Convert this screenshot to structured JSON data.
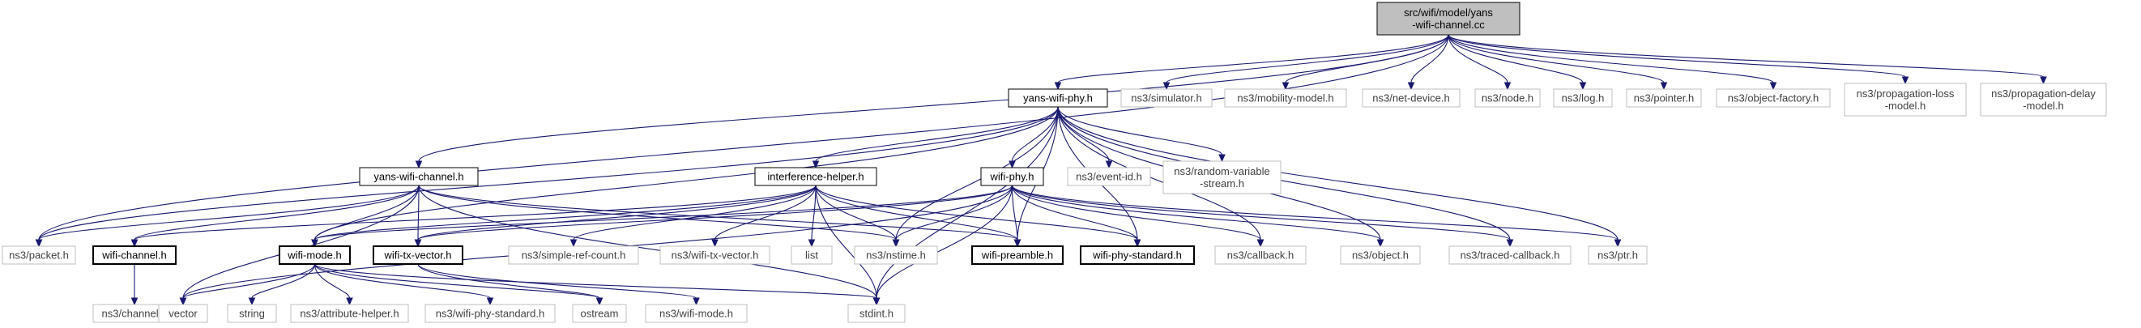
{
  "graph": {
    "nodes": [
      {
        "id": "root",
        "lines": [
          "src/wifi/model/yans",
          "-wifi-channel.cc"
        ],
        "style": "root"
      },
      {
        "id": "yans_wifi_phy",
        "lines": [
          "yans-wifi-phy.h"
        ],
        "style": "local"
      },
      {
        "id": "simulator",
        "lines": [
          "ns3/simulator.h"
        ],
        "style": "external"
      },
      {
        "id": "mobility_model",
        "lines": [
          "ns3/mobility-model.h"
        ],
        "style": "external"
      },
      {
        "id": "net_device",
        "lines": [
          "ns3/net-device.h"
        ],
        "style": "external"
      },
      {
        "id": "node",
        "lines": [
          "ns3/node.h"
        ],
        "style": "external"
      },
      {
        "id": "log",
        "lines": [
          "ns3/log.h"
        ],
        "style": "external"
      },
      {
        "id": "pointer",
        "lines": [
          "ns3/pointer.h"
        ],
        "style": "external"
      },
      {
        "id": "object_factory",
        "lines": [
          "ns3/object-factory.h"
        ],
        "style": "external"
      },
      {
        "id": "propagation_loss",
        "lines": [
          "ns3/propagation-loss",
          "-model.h"
        ],
        "style": "external"
      },
      {
        "id": "propagation_delay",
        "lines": [
          "ns3/propagation-delay",
          "-model.h"
        ],
        "style": "external"
      },
      {
        "id": "yans_wifi_channel",
        "lines": [
          "yans-wifi-channel.h"
        ],
        "style": "local"
      },
      {
        "id": "interference_helper",
        "lines": [
          "interference-helper.h"
        ],
        "style": "local"
      },
      {
        "id": "wifi_phy",
        "lines": [
          "wifi-phy.h"
        ],
        "style": "local"
      },
      {
        "id": "event_id",
        "lines": [
          "ns3/event-id.h"
        ],
        "style": "external"
      },
      {
        "id": "random_variable",
        "lines": [
          "ns3/random-variable",
          "-stream.h"
        ],
        "style": "external"
      },
      {
        "id": "packet",
        "lines": [
          "ns3/packet.h"
        ],
        "style": "external"
      },
      {
        "id": "wifi_channel",
        "lines": [
          "wifi-channel.h"
        ],
        "style": "local"
      },
      {
        "id": "wifi_mode",
        "lines": [
          "wifi-mode.h"
        ],
        "style": "local"
      },
      {
        "id": "wifi_tx_vector",
        "lines": [
          "wifi-tx-vector.h"
        ],
        "style": "local"
      },
      {
        "id": "simple_ref_count",
        "lines": [
          "ns3/simple-ref-count.h"
        ],
        "style": "external"
      },
      {
        "id": "ns3_wifi_tx_vector",
        "lines": [
          "ns3/wifi-tx-vector.h"
        ],
        "style": "external"
      },
      {
        "id": "list",
        "lines": [
          "list"
        ],
        "style": "external"
      },
      {
        "id": "nstime",
        "lines": [
          "ns3/nstime.h"
        ],
        "style": "external"
      },
      {
        "id": "wifi_preamble",
        "lines": [
          "wifi-preamble.h"
        ],
        "style": "local"
      },
      {
        "id": "wifi_phy_standard",
        "lines": [
          "wifi-phy-standard.h"
        ],
        "style": "local"
      },
      {
        "id": "callback",
        "lines": [
          "ns3/callback.h"
        ],
        "style": "external"
      },
      {
        "id": "object",
        "lines": [
          "ns3/object.h"
        ],
        "style": "external"
      },
      {
        "id": "traced_callback",
        "lines": [
          "ns3/traced-callback.h"
        ],
        "style": "external"
      },
      {
        "id": "ptr",
        "lines": [
          "ns3/ptr.h"
        ],
        "style": "external"
      },
      {
        "id": "channel",
        "lines": [
          "ns3/channel.h"
        ],
        "style": "external"
      },
      {
        "id": "vector",
        "lines": [
          "vector"
        ],
        "style": "external"
      },
      {
        "id": "string",
        "lines": [
          "string"
        ],
        "style": "external"
      },
      {
        "id": "attribute_helper",
        "lines": [
          "ns3/attribute-helper.h"
        ],
        "style": "external"
      },
      {
        "id": "ns3_wifi_phy_standard",
        "lines": [
          "ns3/wifi-phy-standard.h"
        ],
        "style": "external"
      },
      {
        "id": "ostream",
        "lines": [
          "ostream"
        ],
        "style": "external"
      },
      {
        "id": "ns3_wifi_mode",
        "lines": [
          "ns3/wifi-mode.h"
        ],
        "style": "external"
      },
      {
        "id": "stdint",
        "lines": [
          "stdint.h"
        ],
        "style": "external"
      }
    ],
    "edges": [
      {
        "from": "root",
        "to": "yans_wifi_phy"
      },
      {
        "from": "root",
        "to": "simulator"
      },
      {
        "from": "root",
        "to": "mobility_model"
      },
      {
        "from": "root",
        "to": "net_device"
      },
      {
        "from": "root",
        "to": "node"
      },
      {
        "from": "root",
        "to": "log"
      },
      {
        "from": "root",
        "to": "pointer"
      },
      {
        "from": "root",
        "to": "object_factory"
      },
      {
        "from": "root",
        "to": "propagation_loss"
      },
      {
        "from": "root",
        "to": "propagation_delay"
      },
      {
        "from": "root",
        "to": "yans_wifi_channel"
      },
      {
        "from": "root",
        "to": "packet"
      },
      {
        "from": "yans_wifi_phy",
        "to": "interference_helper"
      },
      {
        "from": "yans_wifi_phy",
        "to": "wifi_phy"
      },
      {
        "from": "yans_wifi_phy",
        "to": "event_id"
      },
      {
        "from": "yans_wifi_phy",
        "to": "random_variable"
      },
      {
        "from": "yans_wifi_phy",
        "to": "packet"
      },
      {
        "from": "yans_wifi_phy",
        "to": "wifi_mode"
      },
      {
        "from": "yans_wifi_phy",
        "to": "nstime"
      },
      {
        "from": "yans_wifi_phy",
        "to": "wifi_preamble"
      },
      {
        "from": "yans_wifi_phy",
        "to": "wifi_phy_standard"
      },
      {
        "from": "yans_wifi_phy",
        "to": "callback"
      },
      {
        "from": "yans_wifi_phy",
        "to": "object"
      },
      {
        "from": "yans_wifi_phy",
        "to": "traced_callback"
      },
      {
        "from": "yans_wifi_phy",
        "to": "ptr"
      },
      {
        "from": "yans_wifi_phy",
        "to": "stdint"
      },
      {
        "from": "yans_wifi_channel",
        "to": "packet"
      },
      {
        "from": "yans_wifi_channel",
        "to": "wifi_channel"
      },
      {
        "from": "yans_wifi_channel",
        "to": "wifi_mode"
      },
      {
        "from": "yans_wifi_channel",
        "to": "wifi_tx_vector"
      },
      {
        "from": "yans_wifi_channel",
        "to": "vector"
      },
      {
        "from": "yans_wifi_channel",
        "to": "nstime"
      },
      {
        "from": "yans_wifi_channel",
        "to": "wifi_preamble"
      },
      {
        "from": "yans_wifi_channel",
        "to": "stdint"
      },
      {
        "from": "interference_helper",
        "to": "wifi_channel"
      },
      {
        "from": "interference_helper",
        "to": "wifi_mode"
      },
      {
        "from": "interference_helper",
        "to": "wifi_tx_vector"
      },
      {
        "from": "interference_helper",
        "to": "simple_ref_count"
      },
      {
        "from": "interference_helper",
        "to": "ns3_wifi_tx_vector"
      },
      {
        "from": "interference_helper",
        "to": "list"
      },
      {
        "from": "interference_helper",
        "to": "nstime"
      },
      {
        "from": "interference_helper",
        "to": "wifi_preamble"
      },
      {
        "from": "interference_helper",
        "to": "wifi_phy_standard"
      },
      {
        "from": "interference_helper",
        "to": "stdint"
      },
      {
        "from": "wifi_phy",
        "to": "vector"
      },
      {
        "from": "wifi_phy",
        "to": "wifi_mode"
      },
      {
        "from": "wifi_phy",
        "to": "wifi_tx_vector"
      },
      {
        "from": "wifi_phy",
        "to": "nstime"
      },
      {
        "from": "wifi_phy",
        "to": "wifi_preamble"
      },
      {
        "from": "wifi_phy",
        "to": "wifi_phy_standard"
      },
      {
        "from": "wifi_phy",
        "to": "callback"
      },
      {
        "from": "wifi_phy",
        "to": "object"
      },
      {
        "from": "wifi_phy",
        "to": "traced_callback"
      },
      {
        "from": "wifi_phy",
        "to": "ptr"
      },
      {
        "from": "wifi_phy",
        "to": "stdint"
      },
      {
        "from": "wifi_channel",
        "to": "channel"
      },
      {
        "from": "wifi_mode",
        "to": "vector"
      },
      {
        "from": "wifi_mode",
        "to": "string"
      },
      {
        "from": "wifi_mode",
        "to": "attribute_helper"
      },
      {
        "from": "wifi_mode",
        "to": "ns3_wifi_phy_standard"
      },
      {
        "from": "wifi_mode",
        "to": "ostream"
      },
      {
        "from": "wifi_mode",
        "to": "stdint"
      },
      {
        "from": "wifi_tx_vector",
        "to": "ostream"
      },
      {
        "from": "wifi_tx_vector",
        "to": "ns3_wifi_mode"
      }
    ]
  }
}
